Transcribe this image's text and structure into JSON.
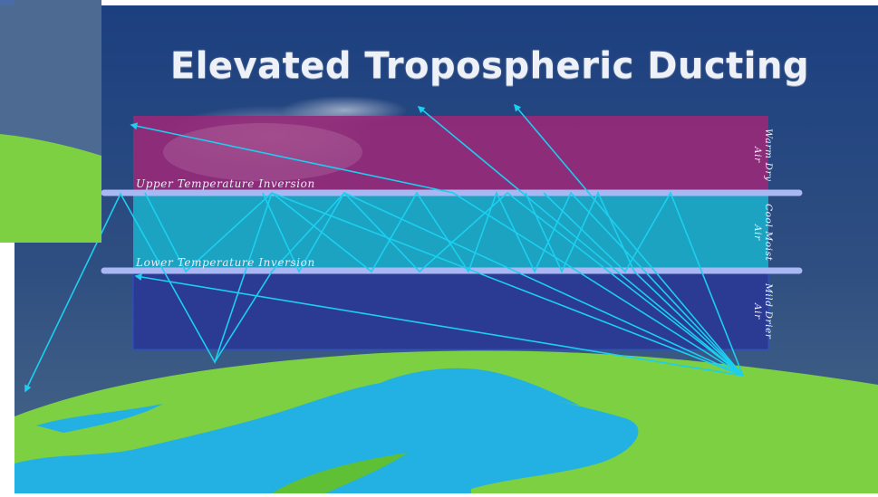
{
  "title": "Elevated Tropospheric Ducting",
  "inversions": {
    "upper": "Upper Temperature Inversion",
    "lower": "Lower Temperature Inversion"
  },
  "layers": {
    "top": "Warm Dry Air",
    "middle": "Cool Moist Air",
    "bottom": "Mild Drier Air"
  },
  "colors": {
    "sky_top": "#1c3f7f",
    "sky_bottom": "#4a6888",
    "warm_layer": "#962a78",
    "moist_layer": "#1aa8c4",
    "drier_layer": "#2b3a93",
    "inversion_line": "#a9b8f2",
    "ray": "#1ccff0",
    "land": "#7cd041",
    "water": "#22b1e2"
  }
}
